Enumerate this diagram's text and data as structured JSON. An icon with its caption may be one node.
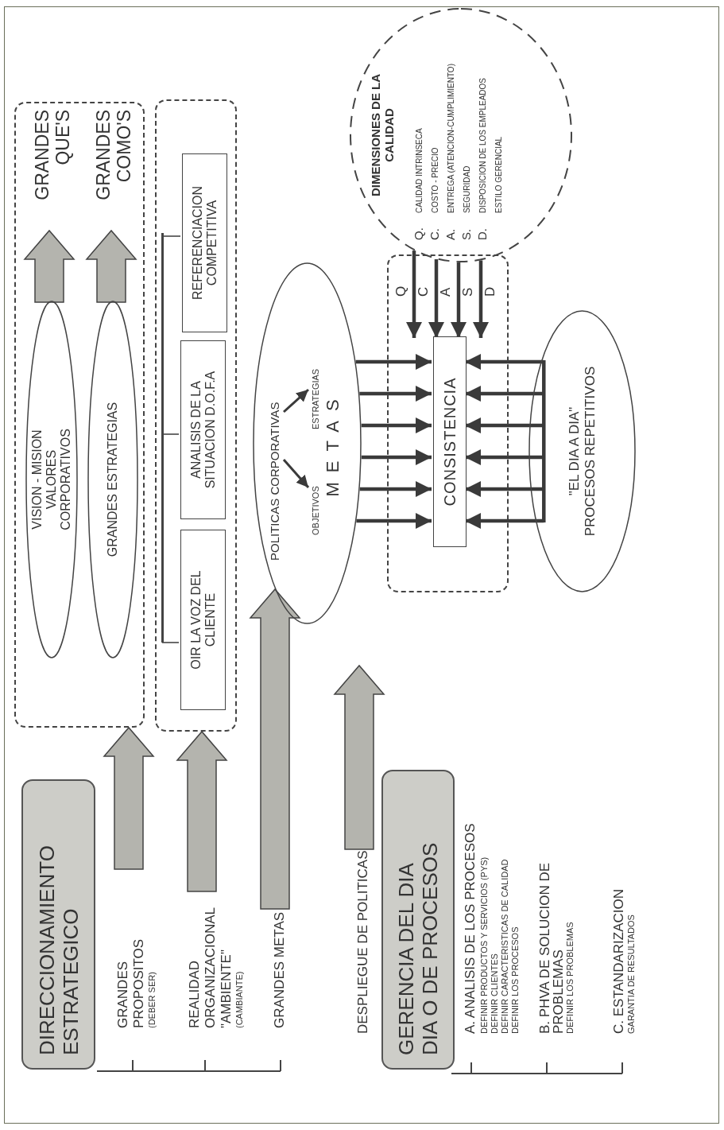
{
  "diagram": {
    "nodes": [
      {
        "text": [
          "DIRECCIONAMIENTO ESTRATEGICO"
        ]
      },
      {
        "text": [
          "GRANDES PROPOSITOS",
          "(DEBER SER)"
        ]
      },
      {
        "text": [
          "REALIDAD ORGANIZACIONAL \"AMBIENTE\"",
          "(CAMBIANTE)"
        ]
      },
      {
        "text": [
          "GRANDES METAS"
        ]
      },
      {
        "text": [
          "DESPLIEGUE DE POLITICAS"
        ]
      },
      {
        "text": [
          "GERENCIA DEL DIA DIA O DE PROCESOS"
        ],
        "beside": [
          "A. ANALISIS DE LOS PROCESOS",
          "DEFINIR PRODUCTOS Y SERVICIOS (PYS)",
          "DEFINIR CLIENTES",
          "DEFINIR CARACTERISTICAS DE CALIDAD",
          "DEFINIR LOS PROCESOS",
          "B. PHVA DE SOLUCION DE PROBLEMAS",
          "DEFINIR LOS PROBLEMAS",
          "C. ESTANDARIZACION",
          "GARANTIA DE RESULTADOS"
        ]
      },
      {
        "text": [],
        "shape": "box"
      },
      {
        "text": [
          "VISION - MISION VALORES CORPORATIVOS"
        ],
        "in": 6
      },
      {
        "text": [
          "GRANDES QUE'S"
        ],
        "in": 6
      },
      {
        "text": [
          "GRANDES ESTRATEGIAS"
        ],
        "in": 6
      },
      {
        "text": [
          "GRANDES COMO'S"
        ],
        "in": 6
      },
      {
        "text": [],
        "shape": "box"
      },
      {
        "text": [
          "OIR LA VOZ DEL CLIENTE"
        ],
        "in": 11
      },
      {
        "text": [
          "ANALISIS DE LA SITUACION D.O.F.A"
        ],
        "in": 11
      },
      {
        "text": [
          "REFERENCIACION COMPETITIVA"
        ],
        "in": 11
      },
      {
        "text": [
          "METAS"
        ]
      },
      {
        "text": [
          "POLITICAS CORPORATIVAS"
        ],
        "in": 15
      },
      {
        "text": [
          "OBJETIVOS"
        ],
        "in": 15
      },
      {
        "text": [
          "ESTRATEGIAS"
        ],
        "in": 15
      },
      {
        "text": [],
        "shape": "box"
      },
      {
        "text": [
          "CONSISTENCIA"
        ],
        "in": 19
      },
      {
        "text": [
          "DIMENSIONES DE LA CALIDAD",
          "Q.",
          "CALIDAD INTRINSECA",
          "C.",
          "COSTO - PRECIO",
          "A.",
          "ENTREGA (ATENCION-CUMPLIMIENTO)",
          "S.",
          "SEGURIDAD",
          "D.",
          "DISPOSICION DE LOS EMPLEADOS",
          "ESTILO GERENCIAL"
        ]
      },
      {
        "text": [
          "\"EL DIA A DIA\"",
          "PROCESOS REPETITIVOS"
        ]
      },
      {
        "text": [],
        "shape": "bar",
        "in": 11
      }
    ],
    "edges": [
      {
        "from": 1,
        "to": 6,
        "arrow": "to",
        "style": "thick"
      },
      {
        "from": 2,
        "to": 11,
        "arrow": "to",
        "style": "thick"
      },
      {
        "from": 3,
        "to": 15,
        "arrow": "to",
        "style": "thick"
      },
      {
        "from": 4,
        "to": null,
        "arrow": "to",
        "style": "thick"
      },
      {
        "from": 7,
        "to": 8,
        "arrow": "to",
        "style": "thick"
      },
      {
        "from": 9,
        "to": 10,
        "arrow": "to",
        "style": "thick"
      },
      {
        "from": 16,
        "to": 17,
        "arrow": "to"
      },
      {
        "from": 16,
        "to": 18,
        "arrow": "to"
      },
      {
        "from": 15,
        "to": 20,
        "arrow": "to"
      },
      {
        "from": 15,
        "to": 20,
        "arrow": "to"
      },
      {
        "from": 15,
        "to": 20,
        "arrow": "to"
      },
      {
        "from": 15,
        "to": 20,
        "arrow": "to"
      },
      {
        "from": 15,
        "to": 20,
        "arrow": "to"
      },
      {
        "from": 15,
        "to": 20,
        "arrow": "to"
      },
      {
        "from": 22,
        "to": 20,
        "arrow": "to"
      },
      {
        "from": 22,
        "to": 20,
        "arrow": "to"
      },
      {
        "from": 22,
        "to": 20,
        "arrow": "to"
      },
      {
        "from": 22,
        "to": 20,
        "arrow": "to"
      },
      {
        "from": 22,
        "to": 20,
        "arrow": "to"
      },
      {
        "from": 22,
        "to": 20,
        "arrow": "to"
      },
      {
        "from": 21,
        "to": 20,
        "arrow": "to"
      },
      {
        "from": 21,
        "to": 20,
        "arrow": "to"
      },
      {
        "from": 21,
        "to": 20,
        "arrow": "to"
      },
      {
        "from": 21,
        "to": 20,
        "arrow": "to"
      },
      {
        "from": 23,
        "to": 12,
        "arrow": "none"
      },
      {
        "from": 23,
        "to": 13,
        "arrow": "none"
      },
      {
        "from": 23,
        "to": 14,
        "arrow": "none"
      }
    ],
    "labels": [
      "Q",
      "C",
      "A",
      "S",
      "D"
    ]
  }
}
